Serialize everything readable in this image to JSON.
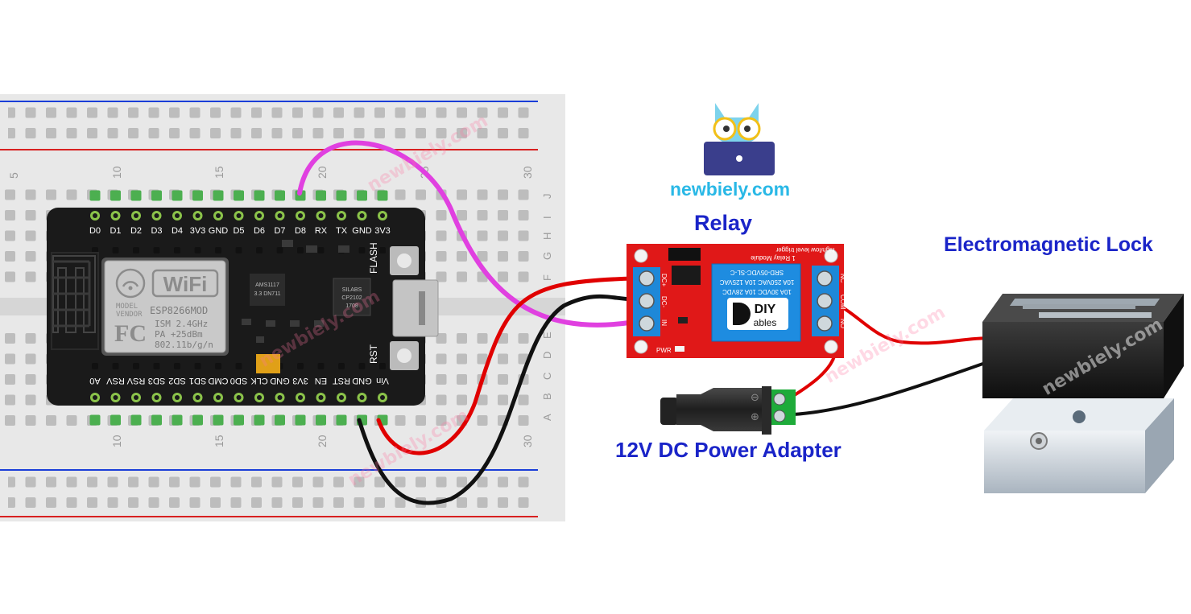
{
  "labels": {
    "brand": "newbiely.com",
    "relay": "Relay",
    "lock": "Electromagnetic Lock",
    "power": "12V DC Power Adapter"
  },
  "watermark": "newbiely.com",
  "breadboard": {
    "column_numbers_top": [
      "5",
      "10",
      "15",
      "20",
      "25",
      "30"
    ],
    "column_numbers_bottom": [
      "10",
      "15",
      "20",
      "30"
    ],
    "row_letters_top": [
      "J",
      "I",
      "H",
      "G",
      "F"
    ],
    "row_letters_bottom": [
      "E",
      "D",
      "C",
      "B",
      "A"
    ]
  },
  "nodemcu": {
    "top_pins": [
      "D0",
      "D1",
      "D2",
      "D3",
      "D4",
      "3V3",
      "GND",
      "D5",
      "D6",
      "D7",
      "D8",
      "RX",
      "TX",
      "GND",
      "3V3"
    ],
    "bottom_pins": [
      "A0",
      "RSV",
      "RSV",
      "SD3",
      "SD2",
      "SD1",
      "CMD",
      "SD0",
      "CLK",
      "GND",
      "3V3",
      "EN",
      "RST",
      "GND",
      "Vin"
    ],
    "module_brand": "WiFi",
    "module_lines": [
      "MODEL",
      "VENDOR"
    ],
    "module_name": "ESP8266MOD",
    "fcc": "FC",
    "specs": [
      "ISM 2.4GHz",
      "PA  +25dBm",
      "802.11b/g/n"
    ],
    "flash_label": "FLASH",
    "rst_label": "RST",
    "regulator": [
      "AMS1117",
      "3.3  DN711"
    ],
    "usb_chip": [
      "SILABS",
      "CP2102",
      "1708"
    ]
  },
  "relay_module": {
    "pins_left": [
      "DC+",
      "DC-",
      "IN"
    ],
    "pins_right": [
      "NC",
      "COM",
      "NO"
    ],
    "relay_text": [
      "SRD-05VDC-SL-C",
      "10A 250VAC  10A 125VAC",
      "10A 30VDC  10A 28VDC"
    ],
    "brand_top": "DIY",
    "brand_bottom": "ables",
    "module_title": "1 Relay Module",
    "trigger_text": "high/low level trigger",
    "pwr_label": "PWR"
  },
  "power_adapter": {
    "minus": "⊖",
    "plus": "⊕"
  },
  "colors": {
    "label_blue": "#1a24c8",
    "brand_cyan": "#29b8e6",
    "wire_magenta": "#e040e0",
    "wire_red": "#e00000",
    "wire_black": "#111111",
    "relay_red": "#e01818",
    "terminal_blue": "#1e88d8",
    "board_black": "#1a1a1a",
    "pin_green": "#4caf50"
  },
  "icons": [
    "owl-laptop-icon",
    "wifi-icon",
    "fcc-icon",
    "diyables-logo-icon"
  ]
}
